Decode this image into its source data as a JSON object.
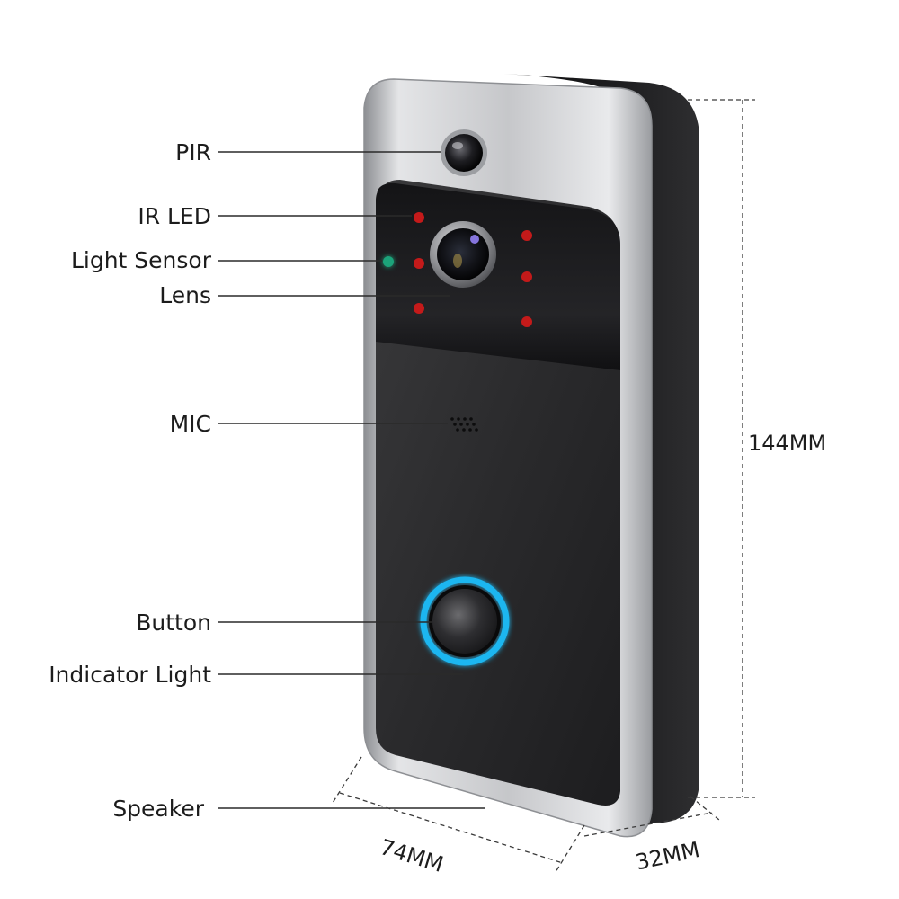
{
  "labels": {
    "pir": "PIR",
    "ir_led": "IR LED",
    "light_sensor": "Light Sensor",
    "lens": "Lens",
    "mic": "MIC",
    "button": "Button",
    "indicator_light": "Indicator Light",
    "speaker": "Speaker"
  },
  "dimensions": {
    "height": "144MM",
    "width": "74MM",
    "depth": "32MM"
  },
  "colors": {
    "body": "#2b2b2d",
    "frame": "#c9cacc",
    "indicator_ring": "#1fb6f0",
    "ir_led": "#c41a1a",
    "light_sensor": "#1aa37a",
    "leader_line": "#2a2a2a"
  }
}
